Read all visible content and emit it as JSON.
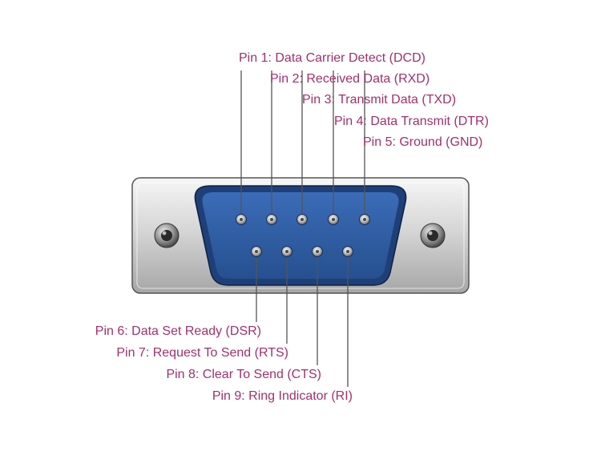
{
  "colors": {
    "label": "#a0306e",
    "leader": "#555555",
    "shell_light": "#f4f4f4",
    "shell_dark": "#a8a8a8",
    "face": "#2e5aa3",
    "face_rim": "#1d3a6e"
  },
  "pins": [
    {
      "n": 1,
      "label": "Pin 1: Data Carrier Detect (DCD)"
    },
    {
      "n": 2,
      "label": "Pin 2: Received Data (RXD)"
    },
    {
      "n": 3,
      "label": "Pin 3: Transmit Data (TXD)"
    },
    {
      "n": 4,
      "label": "Pin 4: Data Transmit (DTR)"
    },
    {
      "n": 5,
      "label": "Pin 5: Ground (GND)"
    },
    {
      "n": 6,
      "label": "Pin 6: Data Set Ready (DSR)"
    },
    {
      "n": 7,
      "label": "Pin 7: Request To Send (RTS)"
    },
    {
      "n": 8,
      "label": "Pin 8: Clear To Send (CTS)"
    },
    {
      "n": 9,
      "label": "Pin 9: Ring Indicator (RI)"
    }
  ]
}
